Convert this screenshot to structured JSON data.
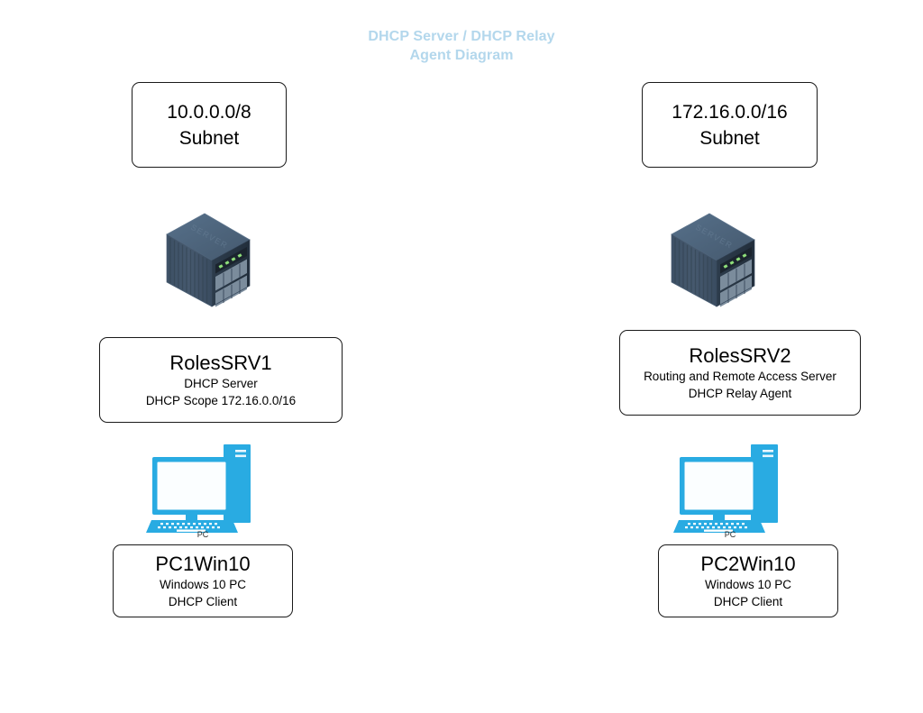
{
  "diagram": {
    "title": "DHCP Server / DHCP Relay\nAgent Diagram",
    "title_color": "#b3d7ec",
    "background_color": "#ffffff",
    "border_color": "#1a1a1a",
    "server_icon_color": "#4a6175",
    "pc_icon_color": "#29abe2"
  },
  "subnets": {
    "left": {
      "label": "10.0.0.0/8\nSubnet",
      "network": "10.0.0.0/8"
    },
    "right": {
      "label": "172.16.0.0/16\nSubnet",
      "network": "172.16.0.0/16"
    }
  },
  "servers": {
    "left": {
      "icon_name": "server-rack-icon",
      "name": "RolesSRV1",
      "roles": [
        "DHCP Server",
        "DHCP Scope 172.16.0.0/16"
      ]
    },
    "right": {
      "icon_name": "server-rack-icon",
      "name": "RolesSRV2",
      "roles": [
        "Routing and Remote Access Server",
        "DHCP Relay Agent"
      ]
    }
  },
  "clients": {
    "left": {
      "icon_name": "desktop-pc-icon",
      "icon_caption": "PC",
      "name": "PC1Win10",
      "roles": [
        "Windows 10 PC",
        "DHCP Client"
      ]
    },
    "right": {
      "icon_name": "desktop-pc-icon",
      "icon_caption": "PC",
      "name": "PC2Win10",
      "roles": [
        "Windows 10 PC",
        "DHCP Client"
      ]
    }
  }
}
